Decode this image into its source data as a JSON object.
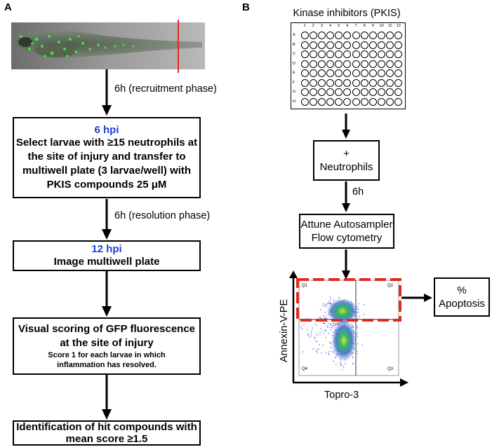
{
  "panels": {
    "a": "A",
    "b": "B"
  },
  "left_flow": {
    "arrow1_label": "6h (recruitment phase)",
    "box1": {
      "title": "6 hpi",
      "lines": [
        "Select larvae with ≥15 neutrophils at",
        "the site of injury and transfer to",
        "multiwell plate (3 larvae/well) with",
        "PKIS compounds 25 μM"
      ]
    },
    "arrow2_label": "6h (resolution phase)",
    "box2": {
      "title": "12 hpi",
      "line": "Image multiwell plate"
    },
    "box3": {
      "lines": [
        "Visual scoring of GFP fluorescence",
        "at the site of injury"
      ],
      "small_lines": [
        "Score 1 for each larvae in which",
        "inflammation has resolved."
      ]
    },
    "box4": {
      "lines": [
        "Identification of hit compounds with",
        "mean score ≥1.5"
      ]
    }
  },
  "right_flow": {
    "plate_title": "Kinase inhibitors (PKIS)",
    "plate_columns": [
      "1",
      "2",
      "3",
      "4",
      "5",
      "6",
      "7",
      "8",
      "9",
      "10",
      "11",
      "12"
    ],
    "plate_rows": [
      "A",
      "B",
      "C",
      "D",
      "E",
      "F",
      "G",
      "H"
    ],
    "box_neutrophils": [
      "+",
      "Neutrophils"
    ],
    "arrow_label": "6h",
    "box_attune": [
      "Attune Autosampler",
      "Flow cytometry"
    ],
    "quadrants": [
      "Q1",
      "Q2",
      "Q3",
      "Q4"
    ],
    "y_axis": "Annexin-V-PE",
    "x_axis": "Topro-3",
    "apoptosis": [
      "%",
      "Apoptosis"
    ]
  },
  "colors": {
    "hpi_blue": "#1f3fd6",
    "gate_red": "#e02a1a"
  }
}
